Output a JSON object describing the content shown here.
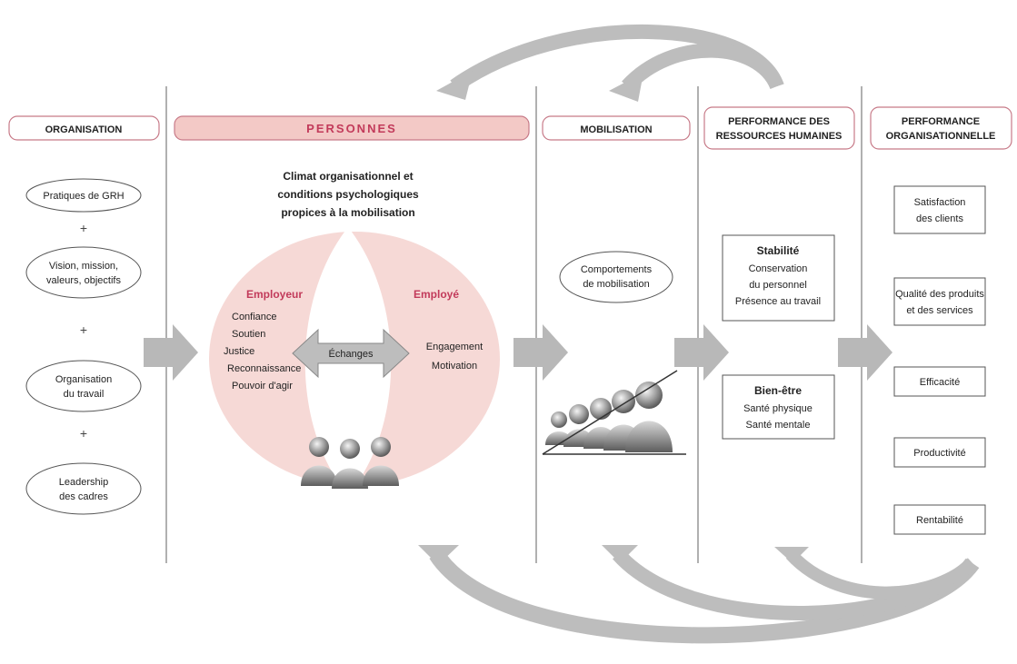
{
  "headers": {
    "organisation": "ORGANISATION",
    "personnes": "PERSONNES",
    "mobilisation": "MOBILISATION",
    "performance_rh_line1": "PERFORMANCE DES",
    "performance_rh_line2": "RESSOURCES HUMAINES",
    "performance_org_line1": "PERFORMANCE",
    "performance_org_line2": "ORGANISATIONNELLE"
  },
  "organisation_items": [
    [
      "Pratiques de GRH"
    ],
    [
      "Vision, mission,",
      "valeurs, objectifs"
    ],
    [
      "Organisation",
      "du travail"
    ],
    [
      "Leadership",
      "des cadres"
    ]
  ],
  "plus_sign": "+",
  "climate_title": [
    "Climat organisationnel et",
    "conditions psychologiques",
    "propices à la mobilisation"
  ],
  "employeur": {
    "title": "Employeur",
    "items": [
      "Confiance",
      "Soutien",
      "Justice",
      "Reconnaissance",
      "Pouvoir d'agir"
    ]
  },
  "employe": {
    "title": "Employé",
    "items": [
      "Engagement",
      "Motivation"
    ]
  },
  "exchange_label": "Échanges",
  "mobilisation_item": [
    "Comportements",
    "de mobilisation"
  ],
  "rh_boxes": [
    {
      "title": "Stabilité",
      "lines": [
        "Conservation",
        "du personnel",
        "Présence au travail"
      ]
    },
    {
      "title": "Bien-être",
      "lines": [
        "Santé physique",
        "Santé mentale"
      ]
    }
  ],
  "org_outcomes": [
    [
      "Satisfaction",
      "des clients"
    ],
    [
      "Qualité des produits",
      "et des services"
    ],
    [
      "Efficacité"
    ],
    [
      "Productivité"
    ],
    [
      "Rentabilité"
    ]
  ],
  "colors": {
    "accent_red": "#c23a5a",
    "pink_fill": "#f6d9d6",
    "pink_header": "#f3c9c6",
    "arrow_gray": "#b3b3b3",
    "divider_gray": "#b0b0b0"
  }
}
